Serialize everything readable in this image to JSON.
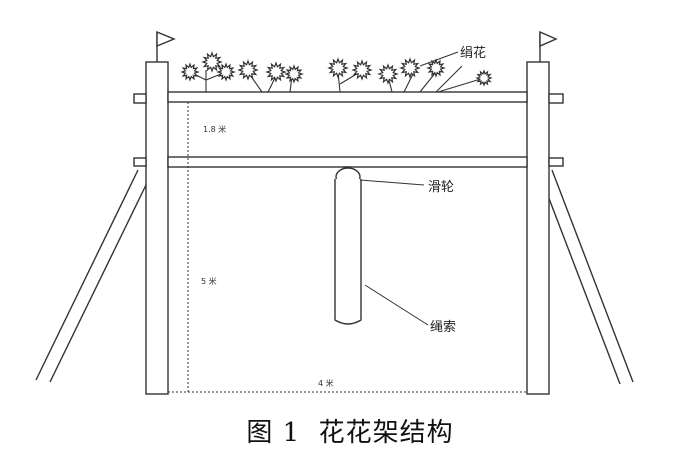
{
  "labels": {
    "silk_flowers": "绢花",
    "pulley": "滑轮",
    "rope": "绳索"
  },
  "dimensions": {
    "top_gap": "1.8 米",
    "height": "5 米",
    "width": "4 米"
  },
  "caption": {
    "figure_number": "图 1",
    "title": "花花架结构"
  },
  "colors": {
    "line": "#333333",
    "background": "#ffffff"
  },
  "icons": {
    "flag": "flag-icon",
    "flower": "flower-icon"
  }
}
